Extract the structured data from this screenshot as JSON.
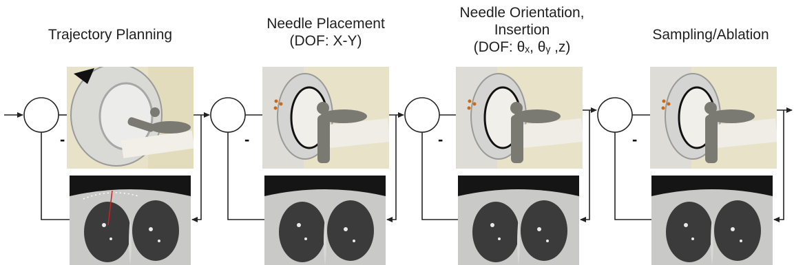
{
  "stages": [
    {
      "title_lines": [
        "Trajectory Planning"
      ],
      "feedback_sign": "-",
      "scanner_view": "top",
      "planned_path": true
    },
    {
      "title_lines": [
        "Needle Placement",
        "(DOF: X-Y)"
      ],
      "feedback_sign": "-",
      "scanner_view": "side",
      "planned_path": false
    },
    {
      "title_lines": [
        "Needle Orientation,",
        "Insertion",
        "(DOF: θₓ, θᵧ ,z)"
      ],
      "feedback_sign": "-",
      "scanner_view": "side",
      "planned_path": false
    },
    {
      "title_lines": [
        "Sampling/Ablation"
      ],
      "feedback_sign": "-",
      "scanner_view": "side",
      "planned_path": false
    }
  ],
  "colors": {
    "wire": "#222222",
    "scene_bg": "#e8e2c8",
    "gantry": "#d9d9d6",
    "figure": "#7a7a72",
    "path": "#d02020",
    "lung": "#3b3b3b"
  }
}
